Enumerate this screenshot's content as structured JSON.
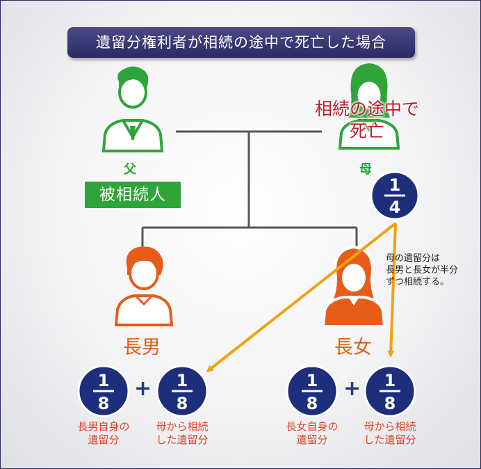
{
  "title": "遺留分権利者が相続の途中で死亡した場合",
  "father": {
    "name": "父",
    "role": "被相続人"
  },
  "mother": {
    "name": "母",
    "status_line1": "相続の途中で",
    "status_line2": "死亡",
    "share": {
      "numerator": "1",
      "denominator": "4"
    }
  },
  "note": {
    "line1": "母の遺留分は",
    "line2": "長男と長女が半分",
    "line3": "ずつ相続する。"
  },
  "son": {
    "name": "長男"
  },
  "daughter": {
    "name": "長女"
  },
  "son_shares": [
    {
      "numerator": "1",
      "denominator": "8",
      "caption1": "長男自身の",
      "caption2": "遺留分"
    },
    {
      "numerator": "1",
      "denominator": "8",
      "caption1": "母から相続",
      "caption2": "した遺留分"
    }
  ],
  "daughter_shares": [
    {
      "numerator": "1",
      "denominator": "8",
      "caption1": "長女自身の",
      "caption2": "遺留分"
    },
    {
      "numerator": "1",
      "denominator": "8",
      "caption1": "母から相続",
      "caption2": "した遺留分"
    }
  ],
  "plus_sign": "+",
  "colors": {
    "title_bg": "#2b2a63",
    "green": "#2fa43a",
    "orange": "#e65c18",
    "navy": "#1d2e7a",
    "arrow": "#f2a20f",
    "death_red": "#c01a2c",
    "line": "#555555"
  },
  "icons": {
    "father": "man-icon",
    "mother": "woman-icon",
    "son": "man-icon",
    "daughter": "woman-icon"
  }
}
